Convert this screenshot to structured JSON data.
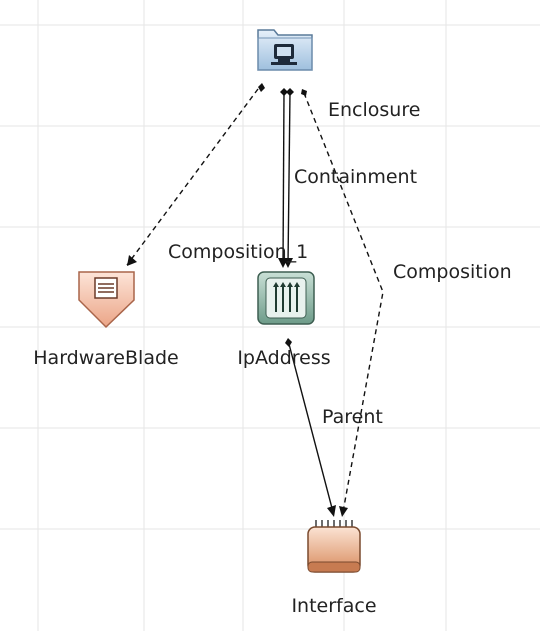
{
  "nodes": {
    "enclosure": {
      "label": "Enclosure",
      "icon": "enclosure-folder-icon"
    },
    "hardwareblade": {
      "label": "HardwareBlade",
      "icon": "hardware-blade-icon"
    },
    "ipaddress": {
      "label": "IpAddress",
      "icon": "ip-address-icon"
    },
    "interface": {
      "label": "Interface",
      "icon": "interface-icon"
    }
  },
  "edges": {
    "containment": {
      "label": "Containment",
      "from": "Enclosure",
      "to": "IpAddress",
      "style": "solid"
    },
    "composition_1": {
      "label": "Composition_1",
      "from": "Enclosure",
      "to": "IpAddress",
      "style": "solid"
    },
    "composition": {
      "label": "Composition",
      "from": "Enclosure",
      "to": "Interface",
      "style": "dashed"
    },
    "parent": {
      "label": "Parent",
      "from": "IpAddress",
      "to": "Interface",
      "style": "solid"
    },
    "blade_link": {
      "label": "",
      "from": "Enclosure",
      "to": "HardwareBlade",
      "style": "dashed"
    }
  },
  "colors": {
    "grid": "#e6e6e6",
    "edge": "#111111",
    "enclosure_fill": "#b9d3ea",
    "blade_fill": "#f4c3ad",
    "ip_fill": "#8fb5a6",
    "interface_fill": "#e4a27d"
  }
}
